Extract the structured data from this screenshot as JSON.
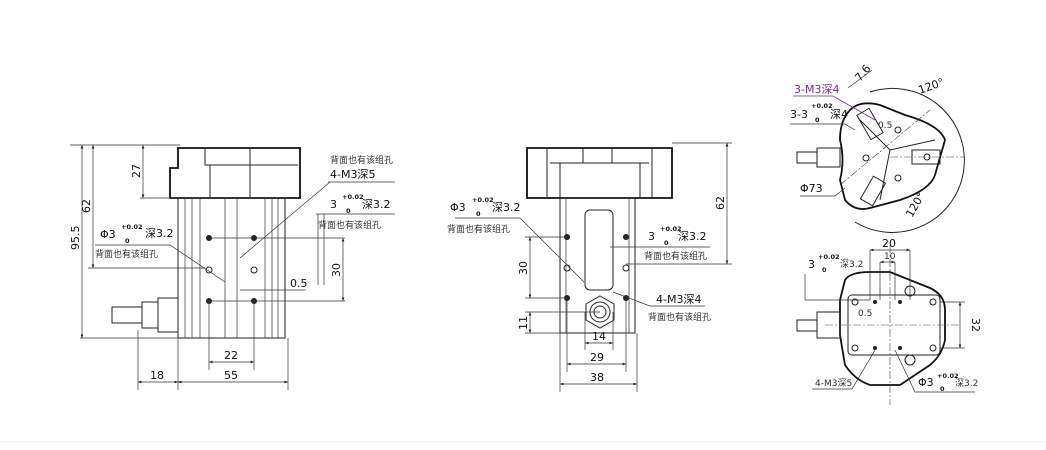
{
  "drawing": {
    "side_view": {
      "dims": {
        "overall_height": "95.5",
        "height_62": "62",
        "cap_height": "27",
        "hole_spacing_v": "30",
        "offset": "0.5",
        "hole_spacing_h": "22",
        "width": "55",
        "cable": "18"
      },
      "note_back": "背面也有该组孔",
      "tapped": "4-M3深5",
      "pin_right": {
        "dia": "3",
        "upper": "+0.02",
        "lower": "0",
        "depth": "深3.2",
        "note": "背面也有该组孔"
      },
      "pin_left": {
        "dia": "Φ3",
        "upper": "+0.02",
        "lower": "0",
        "depth": "深3.2",
        "note": "背面也有该组孔"
      }
    },
    "front_view": {
      "dims": {
        "height_62": "62",
        "hole_spacing_v": "30",
        "nut_offset": "11",
        "nut": "14",
        "hole_spacing_h": "29",
        "width": "38"
      },
      "pin_left": {
        "dia": "Φ3",
        "upper": "+0.02",
        "lower": "0",
        "depth": "深3.2",
        "note": "背面也有该组孔"
      },
      "pin_right": {
        "dia": "3",
        "upper": "+0.02",
        "lower": "0",
        "depth": "深3.2",
        "note": "背面也有该组孔"
      },
      "tapped": "4-M3深4",
      "tapped_note": "背面也有该组孔"
    },
    "top_view": {
      "tapped": "3-M3深4",
      "pin": {
        "dia": "3-3",
        "upper": "+0.02",
        "lower": "0",
        "depth": "深4"
      },
      "dim_76": "7.6",
      "angle1": "120°",
      "angle2": "120°",
      "diameter": "Φ73",
      "offset": "0.5"
    },
    "bottom_view": {
      "dims": {
        "w20": "20",
        "w10": "10",
        "h32": "32",
        "offset": "0.5"
      },
      "pin_top": {
        "dia": "3",
        "upper": "+0.02",
        "lower": "0",
        "depth": "深3.2"
      },
      "tapped": "4-M3深5",
      "pin_bottom": {
        "dia": "Φ3",
        "upper": "+0.02",
        "lower": "0",
        "depth": "深3.2"
      }
    },
    "colors": {
      "line": "#222222",
      "highlight": "#7a2a8a"
    }
  }
}
